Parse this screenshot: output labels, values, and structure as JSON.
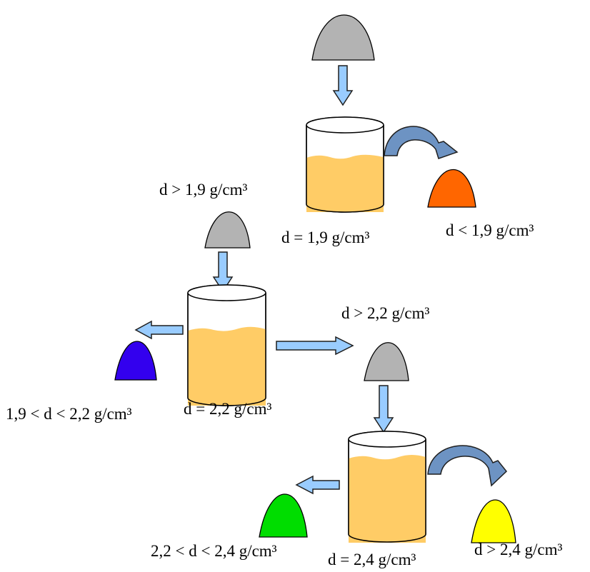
{
  "colors": {
    "liquid": "#FFCC66",
    "sample_gray": "#B3B3B3",
    "arrow_fill": "#99CCFF",
    "curved_arrow_fill": "#6D93C3",
    "light_fraction": "#FF6600",
    "mid_low_fraction": "#3300EE",
    "mid_high_fraction": "#00DD00",
    "heavy_fraction": "#FFFF00"
  },
  "icons": {
    "sample": "gray-sample-heap-icon",
    "beaker": "heavy-liquid-beaker-icon",
    "arrow": "straight-arrow-icon",
    "curved_arrow": "curved-arrow-icon"
  },
  "stage1": {
    "beaker_label": "d = 1,9  g/cm³",
    "float_label": "d < 1,9  g/cm³"
  },
  "stage2": {
    "input_label": "d > 1,9  g/cm³",
    "beaker_label": "d = 2,2 g/cm³",
    "float_label": "1,9 < d < 2,2 g/cm³"
  },
  "stage3": {
    "input_label": "d > 2,2  g/cm³",
    "beaker_label": "d = 2,4 g/cm³",
    "float_label": "2,2 < d < 2,4 g/cm³",
    "sink_label": "d > 2,4 g/cm³"
  }
}
